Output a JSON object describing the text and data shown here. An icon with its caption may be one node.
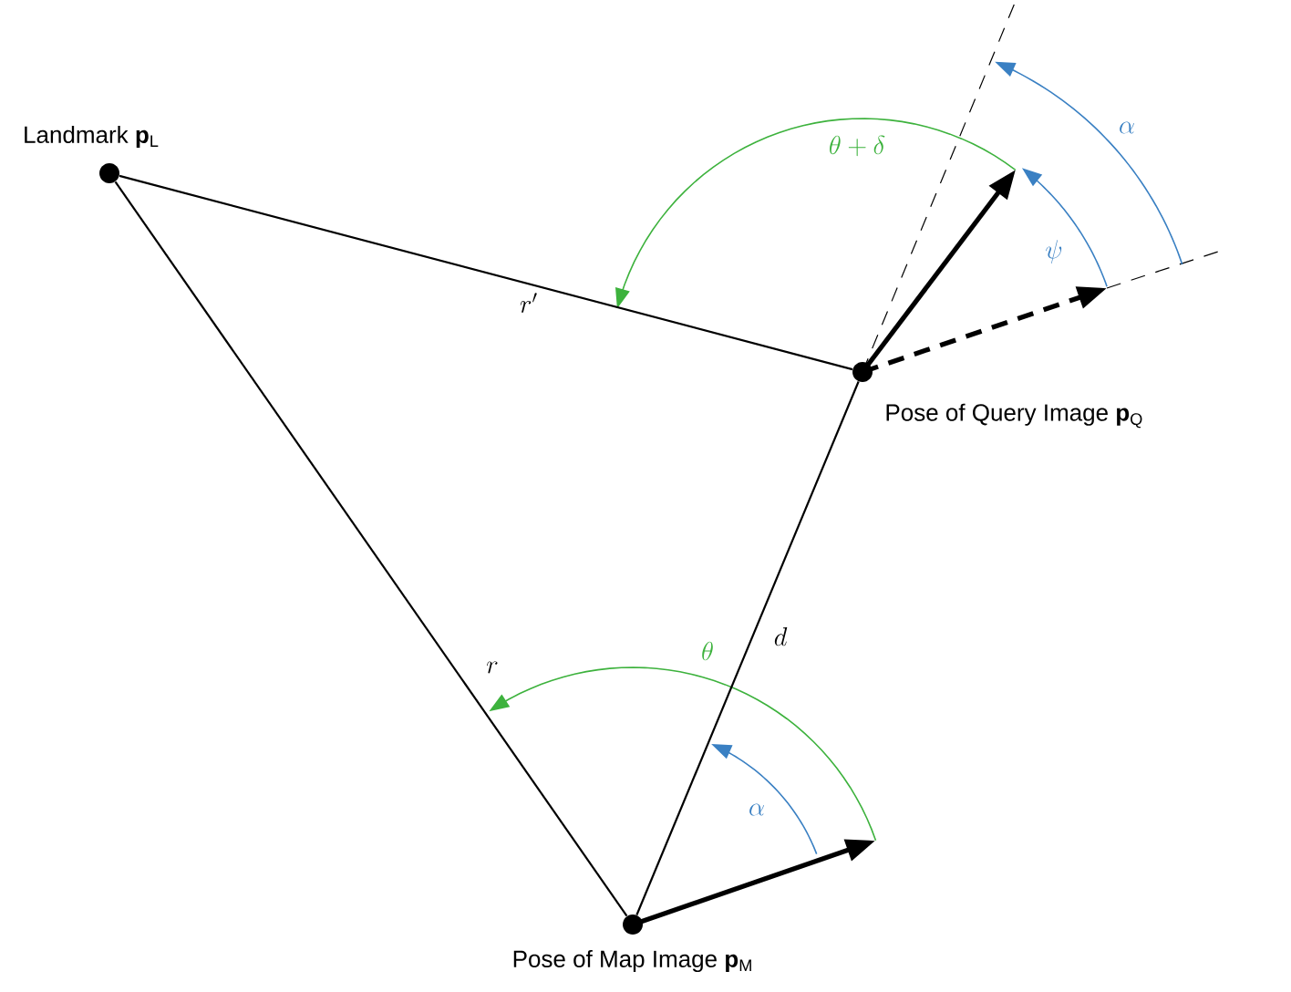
{
  "diagram": {
    "nodes": [
      {
        "text": [],
        "shape": "circle",
        "beside": [
          "Landmark **p**$_{L}$"
        ]
      },
      {
        "text": [],
        "shape": "circle",
        "beside": [
          "Pose of Query Image **p**$_{Q}$"
        ]
      },
      {
        "text": [],
        "shape": "circle",
        "beside": [
          "Pose of Map Image **p**$_{M}$"
        ]
      }
    ],
    "edges": [
      {
        "from": 0,
        "to": 1,
        "arrow": "none",
        "label": "r'"
      },
      {
        "from": 0,
        "to": 2,
        "arrow": "none",
        "label": "r"
      },
      {
        "from": 2,
        "to": 1,
        "arrow": "none",
        "label": "d"
      }
    ],
    "labels": [
      "\\theta + \\delta",
      "\\alpha",
      "\\psi",
      "\\theta",
      "\\alpha"
    ]
  }
}
